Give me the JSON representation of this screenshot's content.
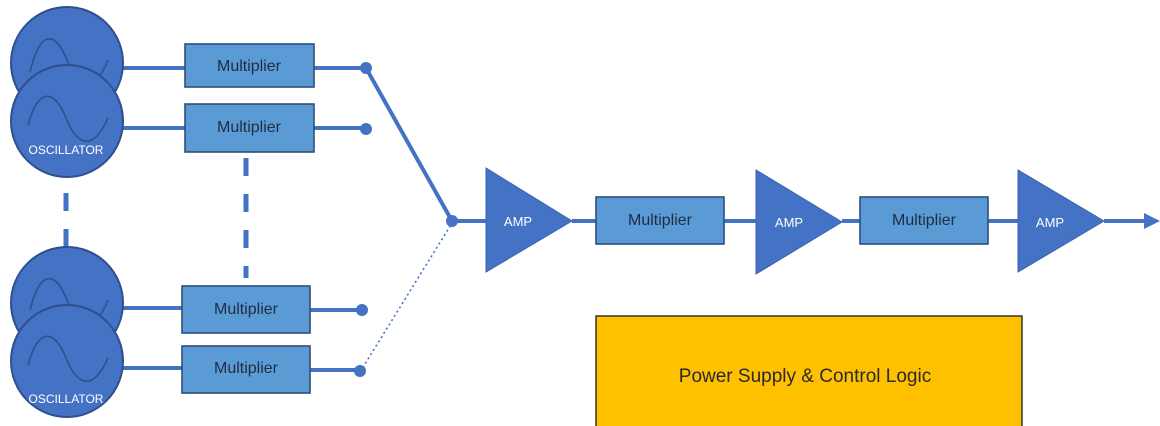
{
  "oscillators": [
    {
      "label": ""
    },
    {
      "label": "OSCILLATOR"
    },
    {
      "label": ""
    },
    {
      "label": "OSCILLATOR"
    }
  ],
  "multipliers_input": [
    {
      "label": "Multiplier"
    },
    {
      "label": "Multiplier"
    },
    {
      "label": "Multiplier"
    },
    {
      "label": "Multiplier"
    }
  ],
  "chain": [
    {
      "kind": "amp",
      "label": "AMP"
    },
    {
      "kind": "multiplier",
      "label": "Multiplier"
    },
    {
      "kind": "amp",
      "label": "AMP"
    },
    {
      "kind": "multiplier",
      "label": "Multiplier"
    },
    {
      "kind": "amp",
      "label": "AMP"
    }
  ],
  "power_supply": {
    "label": "Power Supply & Control Logic"
  },
  "colors": {
    "wire": "#4472c4",
    "oscillator": "#4472c4",
    "multiplier": "#5b9bd5",
    "amp": "#4472c4",
    "power_supply": "#ffc000"
  }
}
